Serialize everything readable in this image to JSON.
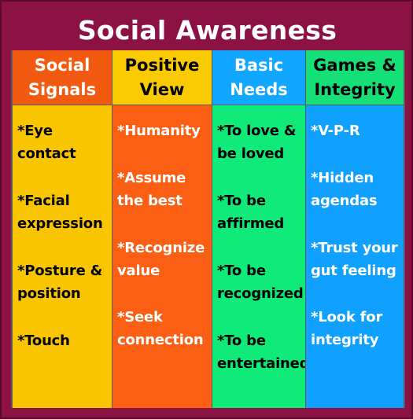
{
  "title": "Social Awareness",
  "columns": [
    {
      "header": "Social\nSignals",
      "items": [
        "*Eye\ncontact",
        "*Facial\nexpression",
        "*Posture &\nposition",
        "*Touch"
      ]
    },
    {
      "header": "Positive\nView",
      "items": [
        "*Humanity",
        "*Assume\nthe best",
        "*Recognize\nvalue",
        "*Seek\nconnection"
      ]
    },
    {
      "header": "Basic\nNeeds",
      "items": [
        "*To love &\nbe loved",
        "*To be\naffirmed",
        "*To be\nrecognized",
        "*To be\nentertained"
      ]
    },
    {
      "header": "Games &\nIntegrity",
      "items": [
        "*V-P-R",
        "*Hidden\nagendas",
        "*Trust your\ngut feeling",
        "*Look for\nintegrity"
      ]
    }
  ],
  "colors": {
    "frame": "#8c1145",
    "orange": "#f25a12",
    "yellow": "#f8c500",
    "blue": "#10a0ff",
    "green": "#10ea78"
  }
}
